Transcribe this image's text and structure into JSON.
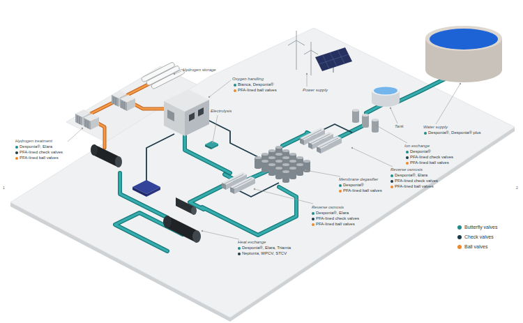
{
  "diagram": {
    "labels": [
      "Hydrogen storage",
      "Oxygen handling",
      "Bianca, Desponia®",
      "PFA-lined ball valves",
      "Power supply",
      "Electrolysis",
      "Tank",
      "Water supply",
      "Desponia®, Desponia® plus",
      "Hydrogen treatment",
      "Desponia®, Elara",
      "PFA-lined check valves",
      "PFA-lined ball valves",
      "Ion exchange",
      "Desponia®",
      "PFA-lined check valves",
      "PFA-lined ball valves",
      "Reverse osmosis",
      "Desponia®, Elara",
      "PFA-lined check valves",
      "PFA-lined ball valves",
      "Membrane degasifier",
      "Desponia®",
      "PFA-lined ball valves",
      "1",
      "2",
      "Reverse osmosis",
      "Desponia®, Elara",
      "PFA-lined check valves",
      "PFA-lined ball valves",
      "Heat exchange",
      "Desponia®, Elara, Triamia",
      "Neptunia, WPCV, STCV"
    ],
    "legend": [
      {
        "text": "Butterfly valves",
        "color": "#1f8b8a"
      },
      {
        "text": "Check valves",
        "color": "#1c3a48"
      },
      {
        "text": "Ball valves",
        "color": "#ee8a2b"
      }
    ]
  }
}
